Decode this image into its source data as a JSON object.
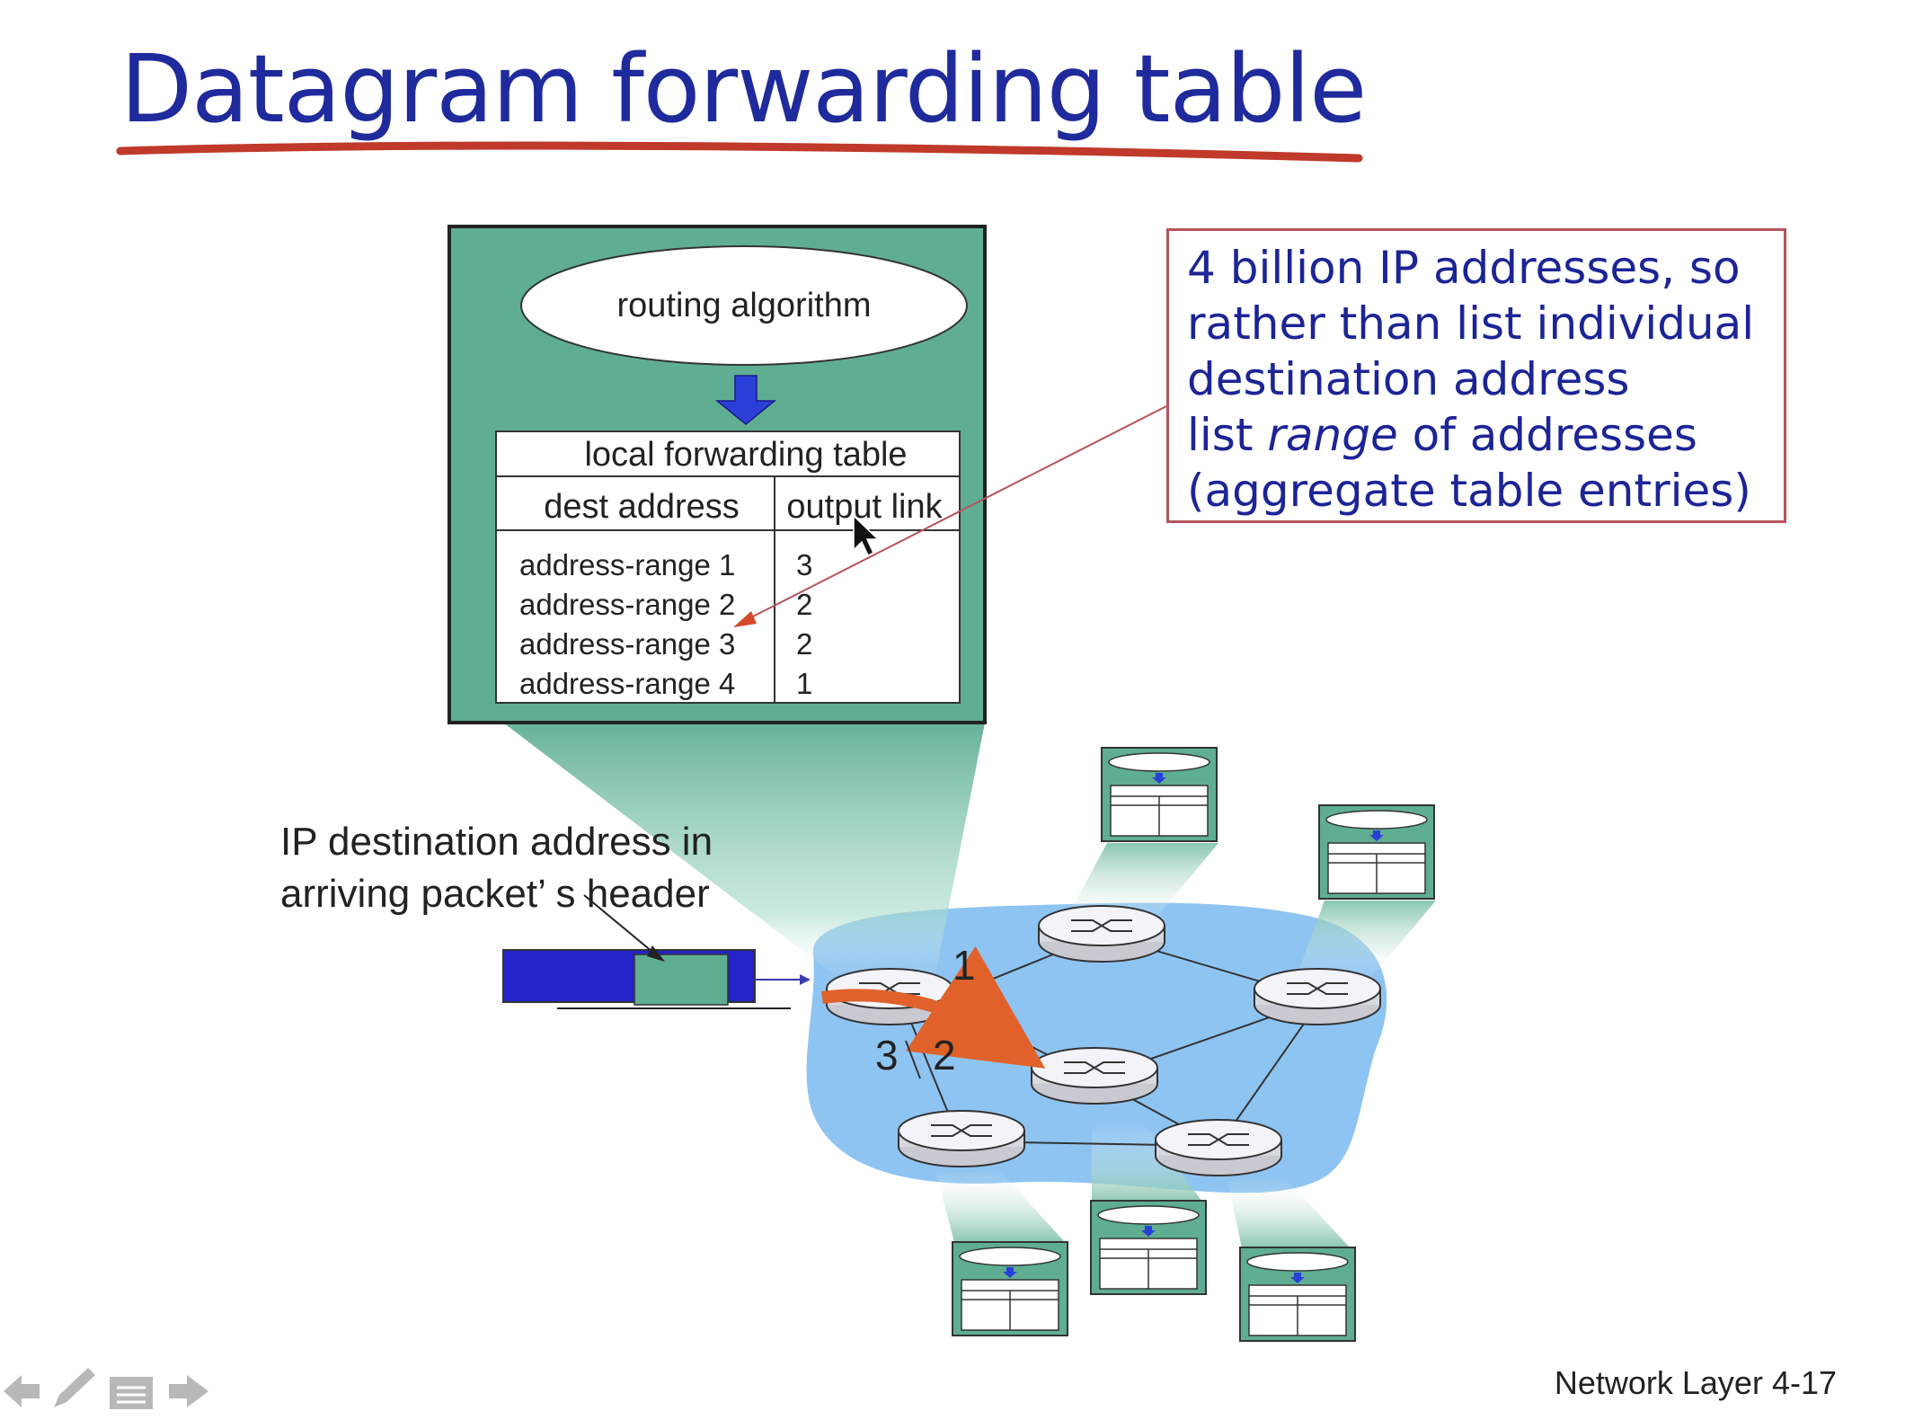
{
  "slide": {
    "title": "Datagram forwarding  table",
    "footer": "Network Layer  4-17"
  },
  "callout": {
    "line1": "4 billion IP addresses, so",
    "line2": "rather than list individual",
    "line3": "destination address",
    "line4_pre": "list ",
    "line4_em": "range",
    "line4_post": " of addresses",
    "line5": "(aggregate table entries)"
  },
  "router_box": {
    "algorithm_label": "routing algorithm",
    "table_title": "local forwarding table",
    "col_dest": "dest address",
    "col_link": "output  link",
    "rows": [
      {
        "dest": "address-range 1",
        "link": "3"
      },
      {
        "dest": "address-range 2",
        "link": "2"
      },
      {
        "dest": "address-range 3",
        "link": "2"
      },
      {
        "dest": "address-range 4",
        "link": "1"
      }
    ]
  },
  "packet_label": {
    "line1": "IP destination address in",
    "line2": "arriving packet’ s header"
  },
  "link_labels": {
    "link1": "1",
    "link2": "2",
    "link3": "3"
  },
  "colors": {
    "title": "#1f2a9c",
    "underline": "#c0392b",
    "box_green": "#5fae92",
    "cloud": "#8ec4f2",
    "packet_blue": "#2323c8",
    "arrow_orange": "#e0622a"
  },
  "icons": [
    "prev-arrow-icon",
    "pen-icon",
    "menu-icon",
    "next-arrow-icon"
  ]
}
